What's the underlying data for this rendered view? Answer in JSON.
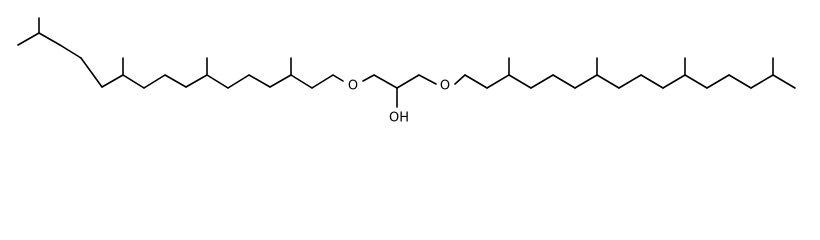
{
  "diagram": {
    "type": "skeletal-structure",
    "atoms": {
      "ether_left": "O",
      "ether_right": "O",
      "hydroxyl": "OH"
    }
  }
}
